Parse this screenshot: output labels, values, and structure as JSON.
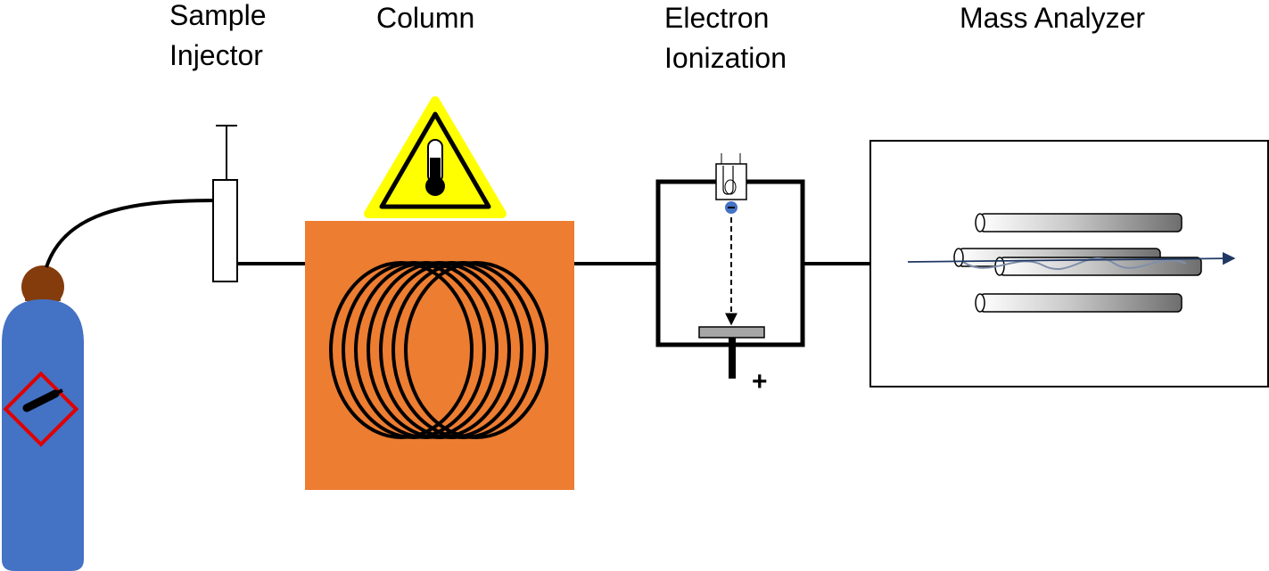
{
  "labels": {
    "sample_injector_line1": "Sample",
    "sample_injector_line2": "Injector",
    "column": "Column",
    "electron_ionization_line1": "Electron",
    "electron_ionization_line2": "Ionization",
    "mass_analyzer": "Mass Analyzer",
    "detector_polarity": "+"
  },
  "icons": {
    "gas_cylinder": "gas-cylinder-icon",
    "gas_hazard": "compressed-gas-hazard-icon",
    "heat_warning": "temperature-warning-icon",
    "syringe": "syringe-icon",
    "filament": "filament-icon",
    "electron": "electron-icon",
    "quadrupole": "quadrupole-rods-icon"
  },
  "colors": {
    "cylinder_body": "#4472c4",
    "cylinder_cap": "#843c0c",
    "hazard_border": "#e00000",
    "oven": "#ed7d31",
    "warning_fill": "#ffff00",
    "electron": "#4472c4",
    "ion_path": "#1f3864",
    "ion_oscillation": "#7f8faa",
    "line": "#000000"
  }
}
